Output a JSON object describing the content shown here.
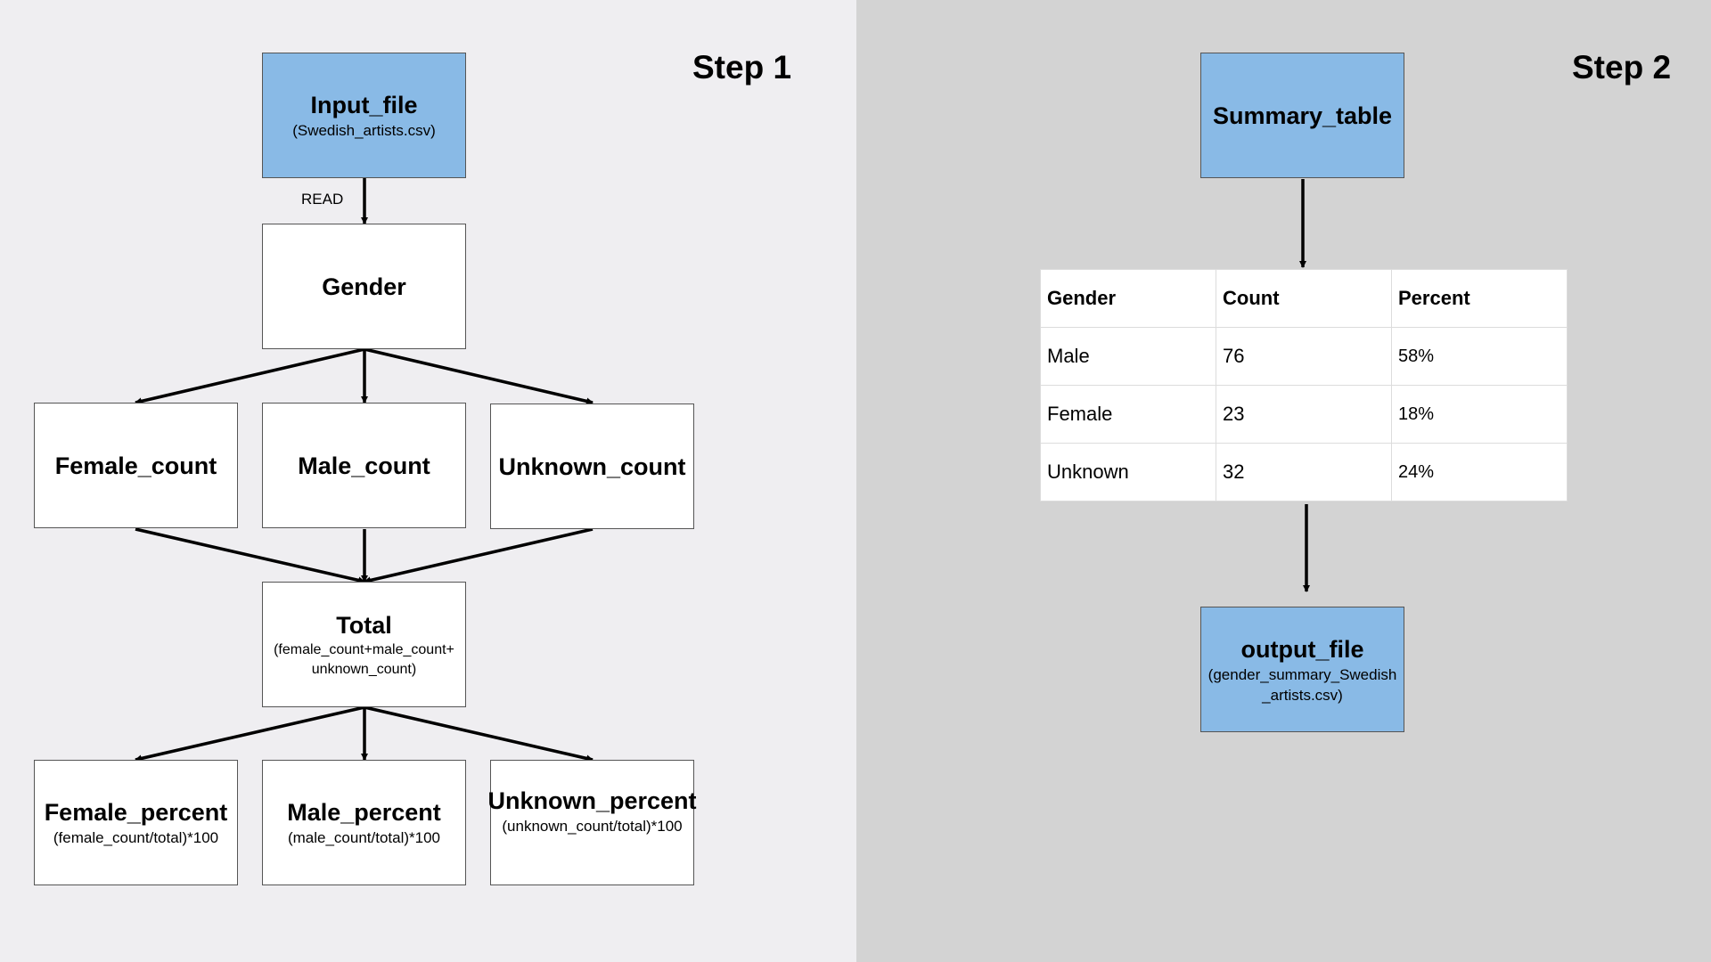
{
  "step1": {
    "title": "Step 1",
    "input_file": {
      "title": "Input_file",
      "sub": "(Swedish_artists.csv)"
    },
    "read_label": "READ",
    "gender": {
      "title": "Gender"
    },
    "female_count": {
      "title": "Female_count"
    },
    "male_count": {
      "title": "Male_count"
    },
    "unknown_count": {
      "title": "Unknown_count"
    },
    "total": {
      "title": "Total",
      "sub": "(female_count+male_count+ unknown_count)"
    },
    "female_percent": {
      "title": "Female_percent",
      "sub": "(female_count/total)*100"
    },
    "male_percent": {
      "title": "Male_percent",
      "sub": "(male_count/total)*100"
    },
    "unknown_percent": {
      "title": "Unknown_percent",
      "sub": "(unknown_count/total)*100"
    }
  },
  "step2": {
    "title": "Step 2",
    "summary_table_box": {
      "title": "Summary_table"
    },
    "table": {
      "headers": [
        "Gender",
        "Count",
        "Percent"
      ],
      "rows": [
        [
          "Male",
          "76",
          "58%"
        ],
        [
          "Female",
          "23",
          "18%"
        ],
        [
          "Unknown",
          "32",
          "24%"
        ]
      ]
    },
    "output_file": {
      "title": "output_file",
      "sub": "(gender_summary_Swedish_artists.csv)"
    }
  }
}
